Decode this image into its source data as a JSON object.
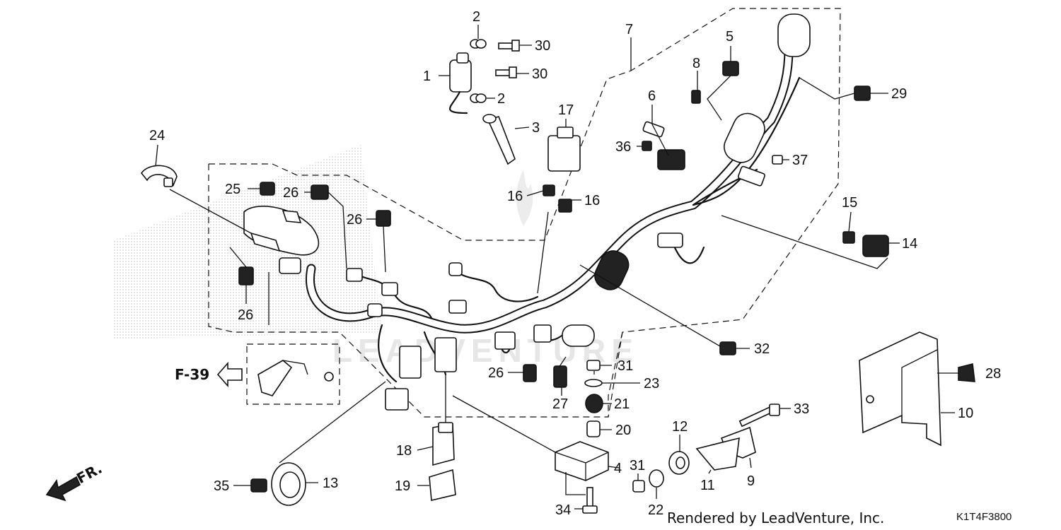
{
  "diagram": {
    "callouts": [
      {
        "id": "c1",
        "label": "1"
      },
      {
        "id": "c2a",
        "label": "2"
      },
      {
        "id": "c2b",
        "label": "2"
      },
      {
        "id": "c3",
        "label": "3"
      },
      {
        "id": "c4",
        "label": "4"
      },
      {
        "id": "c5",
        "label": "5"
      },
      {
        "id": "c6",
        "label": "6"
      },
      {
        "id": "c7",
        "label": "7"
      },
      {
        "id": "c8",
        "label": "8"
      },
      {
        "id": "c9",
        "label": "9"
      },
      {
        "id": "c10",
        "label": "10"
      },
      {
        "id": "c11",
        "label": "11"
      },
      {
        "id": "c12",
        "label": "12"
      },
      {
        "id": "c13",
        "label": "13"
      },
      {
        "id": "c14",
        "label": "14"
      },
      {
        "id": "c15",
        "label": "15"
      },
      {
        "id": "c16a",
        "label": "16"
      },
      {
        "id": "c16b",
        "label": "16"
      },
      {
        "id": "c17",
        "label": "17"
      },
      {
        "id": "c18",
        "label": "18"
      },
      {
        "id": "c19",
        "label": "19"
      },
      {
        "id": "c20",
        "label": "20"
      },
      {
        "id": "c21",
        "label": "21"
      },
      {
        "id": "c22",
        "label": "22"
      },
      {
        "id": "c23",
        "label": "23"
      },
      {
        "id": "c24",
        "label": "24"
      },
      {
        "id": "c25",
        "label": "25"
      },
      {
        "id": "c26a",
        "label": "26"
      },
      {
        "id": "c26b",
        "label": "26"
      },
      {
        "id": "c26c",
        "label": "26"
      },
      {
        "id": "c26d",
        "label": "26"
      },
      {
        "id": "c27",
        "label": "27"
      },
      {
        "id": "c28",
        "label": "28"
      },
      {
        "id": "c29",
        "label": "29"
      },
      {
        "id": "c30a",
        "label": "30"
      },
      {
        "id": "c30b",
        "label": "30"
      },
      {
        "id": "c31a",
        "label": "31"
      },
      {
        "id": "c31b",
        "label": "31"
      },
      {
        "id": "c32",
        "label": "32"
      },
      {
        "id": "c33",
        "label": "33"
      },
      {
        "id": "c34",
        "label": "34"
      },
      {
        "id": "c35",
        "label": "35"
      },
      {
        "id": "c36",
        "label": "36"
      },
      {
        "id": "c37",
        "label": "37"
      }
    ],
    "page_reference": "F-39",
    "front_indicator": "FR.",
    "watermark": "LEADVENTURE",
    "credit": "Rendered by LeadVenture, Inc.",
    "diagram_code": "K1T4F3800"
  },
  "colors": {
    "ink": "#111111",
    "watermark": "#e6e6e6",
    "background": "#ffffff"
  }
}
